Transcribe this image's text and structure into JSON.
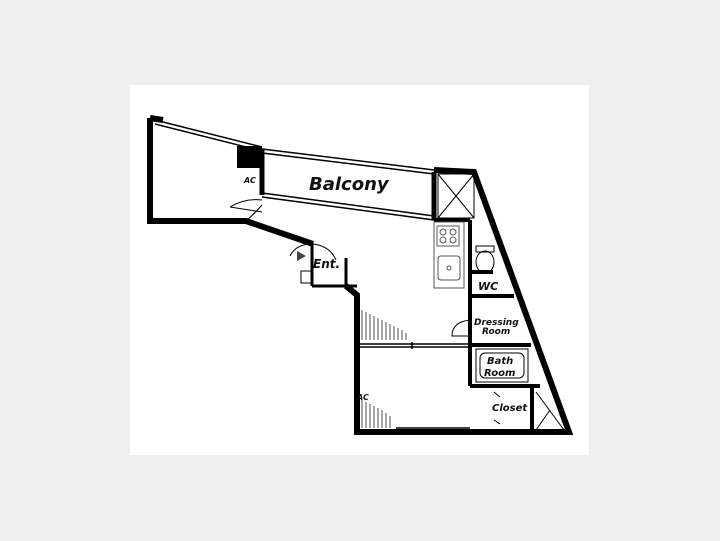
{
  "labels": {
    "balcony": "Balcony",
    "entrance": "Ent.",
    "wc": "WC",
    "dressing_line1": "Dressing",
    "dressing_line2": "Room",
    "bath_line1": "Bath",
    "bath_line2": "Room",
    "closet": "Closet",
    "ac_top": "AC",
    "ac_bottom": "AC"
  },
  "colors": {
    "page_background": "#efefef",
    "plan_background": "#ffffff",
    "wall": "#000000",
    "fixture_line": "#555555"
  },
  "icons": {
    "entrance_marker": "play-triangle-icon"
  }
}
